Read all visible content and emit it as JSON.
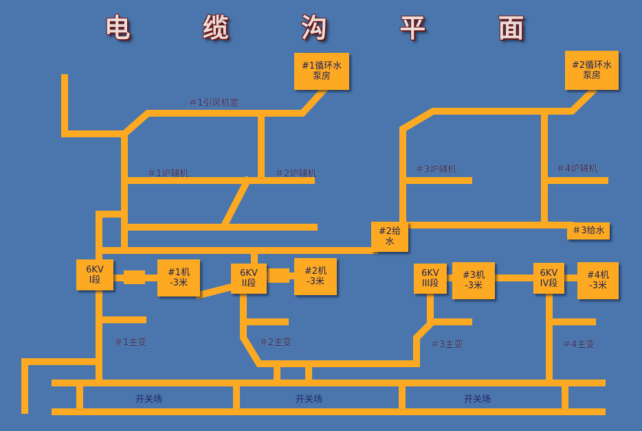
{
  "title": "电 缆 沟 平 面 图",
  "colors": {
    "background": "#4a76ad",
    "cable_trench": "#fdaa22",
    "text": "#23245e"
  },
  "rooms": {
    "pump1": "#1循环水泵房",
    "pump2": "#2循环水泵房",
    "water2": "#2给水"
  },
  "switchgear": {
    "s1": "6KV I段",
    "s2": "6KV II段",
    "s3": "6KV III段",
    "s4": "6KV IV段"
  },
  "units": {
    "u1": "#1机 -3米",
    "u2": "#2机 -3米",
    "u3": "#3机 -3米",
    "u4": "#4机 -3米"
  },
  "labels": {
    "fan_room1": "＃1引风机室",
    "boiler_aux1": "＃1炉辅机",
    "boiler_aux2": "＃2炉辅机",
    "boiler_aux3": "＃3炉辅机",
    "boiler_aux4": "＃4炉辅机",
    "water3": "＃3给水",
    "main_tr1": "＃1主变",
    "main_tr2": "＃2主变",
    "main_tr3": "＃3主变",
    "main_tr4": "＃4主变"
  },
  "switchyard": [
    "开关场",
    "开关场",
    "开关场"
  ]
}
